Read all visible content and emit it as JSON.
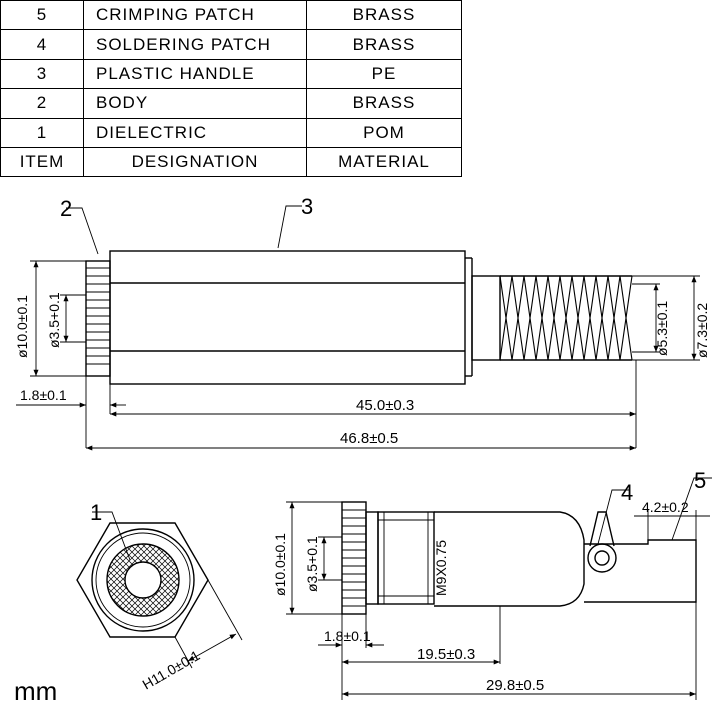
{
  "bom": {
    "rows": [
      {
        "item": "5",
        "designation": "CRIMPING PATCH",
        "material": "BRASS"
      },
      {
        "item": "4",
        "designation": "SOLDERING PATCH",
        "material": "BRASS"
      },
      {
        "item": "3",
        "designation": "PLASTIC HANDLE",
        "material": "PE"
      },
      {
        "item": "2",
        "designation": "BODY",
        "material": "BRASS"
      },
      {
        "item": "1",
        "designation": "DIELECTRIC",
        "material": "POM"
      }
    ],
    "header": {
      "item": "ITEM",
      "designation": "DESIGNATION",
      "material": "MATERIAL"
    }
  },
  "side_view": {
    "balloon_body": "2",
    "balloon_handle": "3",
    "dim_outer": "ø10.0±0.1",
    "dim_bore": "ø3.5+0.1",
    "dim_flange": "1.8±0.1",
    "dim_body": "45.0±0.3",
    "dim_total": "46.8±0.5",
    "dim_spring_inner": "ø5.3±0.1",
    "dim_spring_outer": "ø7.3±0.2"
  },
  "end_view": {
    "balloon_dielectric": "1",
    "dim_hex": "H11.0±0.1"
  },
  "internal_view": {
    "balloon_solder": "4",
    "balloon_crimp": "5",
    "dim_outer": "ø10.0±0.1",
    "dim_bore": "ø3.5+0.1",
    "dim_thread": "M9X0.75",
    "dim_flange": "1.8±0.1",
    "dim_body": "19.5±0.3",
    "dim_total": "29.8±0.5",
    "dim_crimp": "4.2±0.2"
  },
  "unit_label": "mm"
}
